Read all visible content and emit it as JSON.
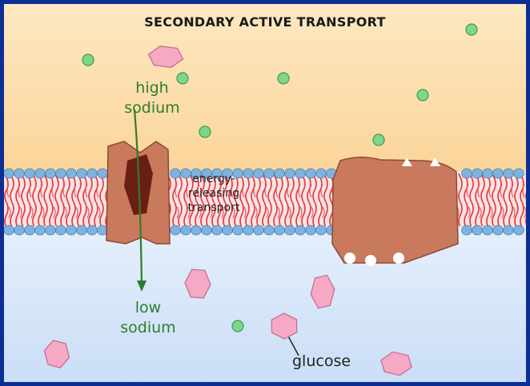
{
  "title": "SECONDARY ACTIVE TRANSPORT",
  "labels": {
    "high_line1": "high",
    "high_line2": "sodium",
    "low_line1": "low",
    "low_line2": "sodium",
    "energy_line1": "energy-",
    "energy_line2": "releasing",
    "energy_line3": "transport",
    "glucose": "glucose"
  },
  "colors": {
    "top_fluid": "#fbdcaa",
    "bottom_fluid": "#d6e6fa",
    "lipid_head": "#7fb2de",
    "lipid_tail": "#e2343a",
    "protein": "#c97a5c",
    "channel": "#6b1e14",
    "sodium": "#7ed68a",
    "glucose": "#f6a9c4",
    "arrow": "#2e7d2e"
  },
  "icons": [
    "sodium-ion-icon",
    "glucose-molecule-icon",
    "membrane-protein-icon"
  ]
}
